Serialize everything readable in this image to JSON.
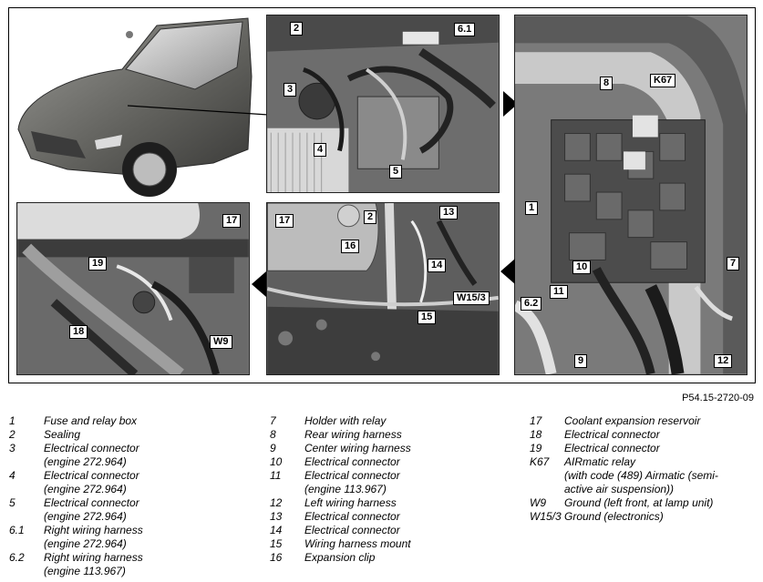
{
  "figure_code": "P54.15-2720-09",
  "diagram": {
    "callouts": {
      "p2_2": "2",
      "p2_61": "6.1",
      "p2_3": "3",
      "p2_4": "4",
      "p2_5": "5",
      "p3_8": "8",
      "p3_k67": "K67",
      "p3_1": "1",
      "p3_10": "10",
      "p3_11": "11",
      "p3_62": "6.2",
      "p3_7": "7",
      "p3_9": "9",
      "p3_12": "12",
      "p4_17": "17",
      "p4_2": "2",
      "p4_13": "13",
      "p4_16": "16",
      "p4_14": "14",
      "p4_w153": "W15/3",
      "p4_15": "15",
      "p5_17": "17",
      "p5_19": "19",
      "p5_18": "18",
      "p5_w9": "W9"
    }
  },
  "legend": {
    "col1": [
      {
        "code": "1",
        "lines": [
          "Fuse and relay box"
        ]
      },
      {
        "code": "2",
        "lines": [
          "Sealing"
        ]
      },
      {
        "code": "3",
        "lines": [
          "Electrical connector",
          "(engine 272.964)"
        ]
      },
      {
        "code": "4",
        "lines": [
          "Electrical connector",
          "(engine 272.964)"
        ]
      },
      {
        "code": "5",
        "lines": [
          "Electrical connector",
          "(engine 272.964)"
        ]
      },
      {
        "code": "6.1",
        "lines": [
          "Right wiring harness",
          "(engine 272.964)"
        ]
      },
      {
        "code": "6.2",
        "lines": [
          "Right wiring harness",
          "(engine 113.967)"
        ]
      }
    ],
    "col2": [
      {
        "code": "7",
        "lines": [
          "Holder with relay"
        ]
      },
      {
        "code": "8",
        "lines": [
          "Rear wiring harness"
        ]
      },
      {
        "code": "9",
        "lines": [
          "Center wiring harness"
        ]
      },
      {
        "code": "10",
        "lines": [
          "Electrical connector"
        ]
      },
      {
        "code": "11",
        "lines": [
          "Electrical connector",
          "(engine 113.967)"
        ]
      },
      {
        "code": "12",
        "lines": [
          "Left wiring harness"
        ]
      },
      {
        "code": "13",
        "lines": [
          "Electrical connector"
        ]
      },
      {
        "code": "14",
        "lines": [
          "Electrical connector"
        ]
      },
      {
        "code": "15",
        "lines": [
          "Wiring harness mount"
        ]
      },
      {
        "code": "16",
        "lines": [
          "Expansion clip"
        ]
      }
    ],
    "col3": [
      {
        "code": "17",
        "lines": [
          "Coolant expansion reservoir"
        ]
      },
      {
        "code": "18",
        "lines": [
          "Electrical connector"
        ]
      },
      {
        "code": "19",
        "lines": [
          "Electrical connector"
        ]
      },
      {
        "code": "K67",
        "lines": [
          "AIRmatic relay",
          "(with code (489) Airmatic (semi-",
          "active air suspension))"
        ]
      },
      {
        "code": "W9",
        "lines": [
          "Ground (left front, at lamp unit)"
        ]
      },
      {
        "code": "W15/3",
        "lines": [
          "Ground (electronics)"
        ]
      }
    ]
  }
}
